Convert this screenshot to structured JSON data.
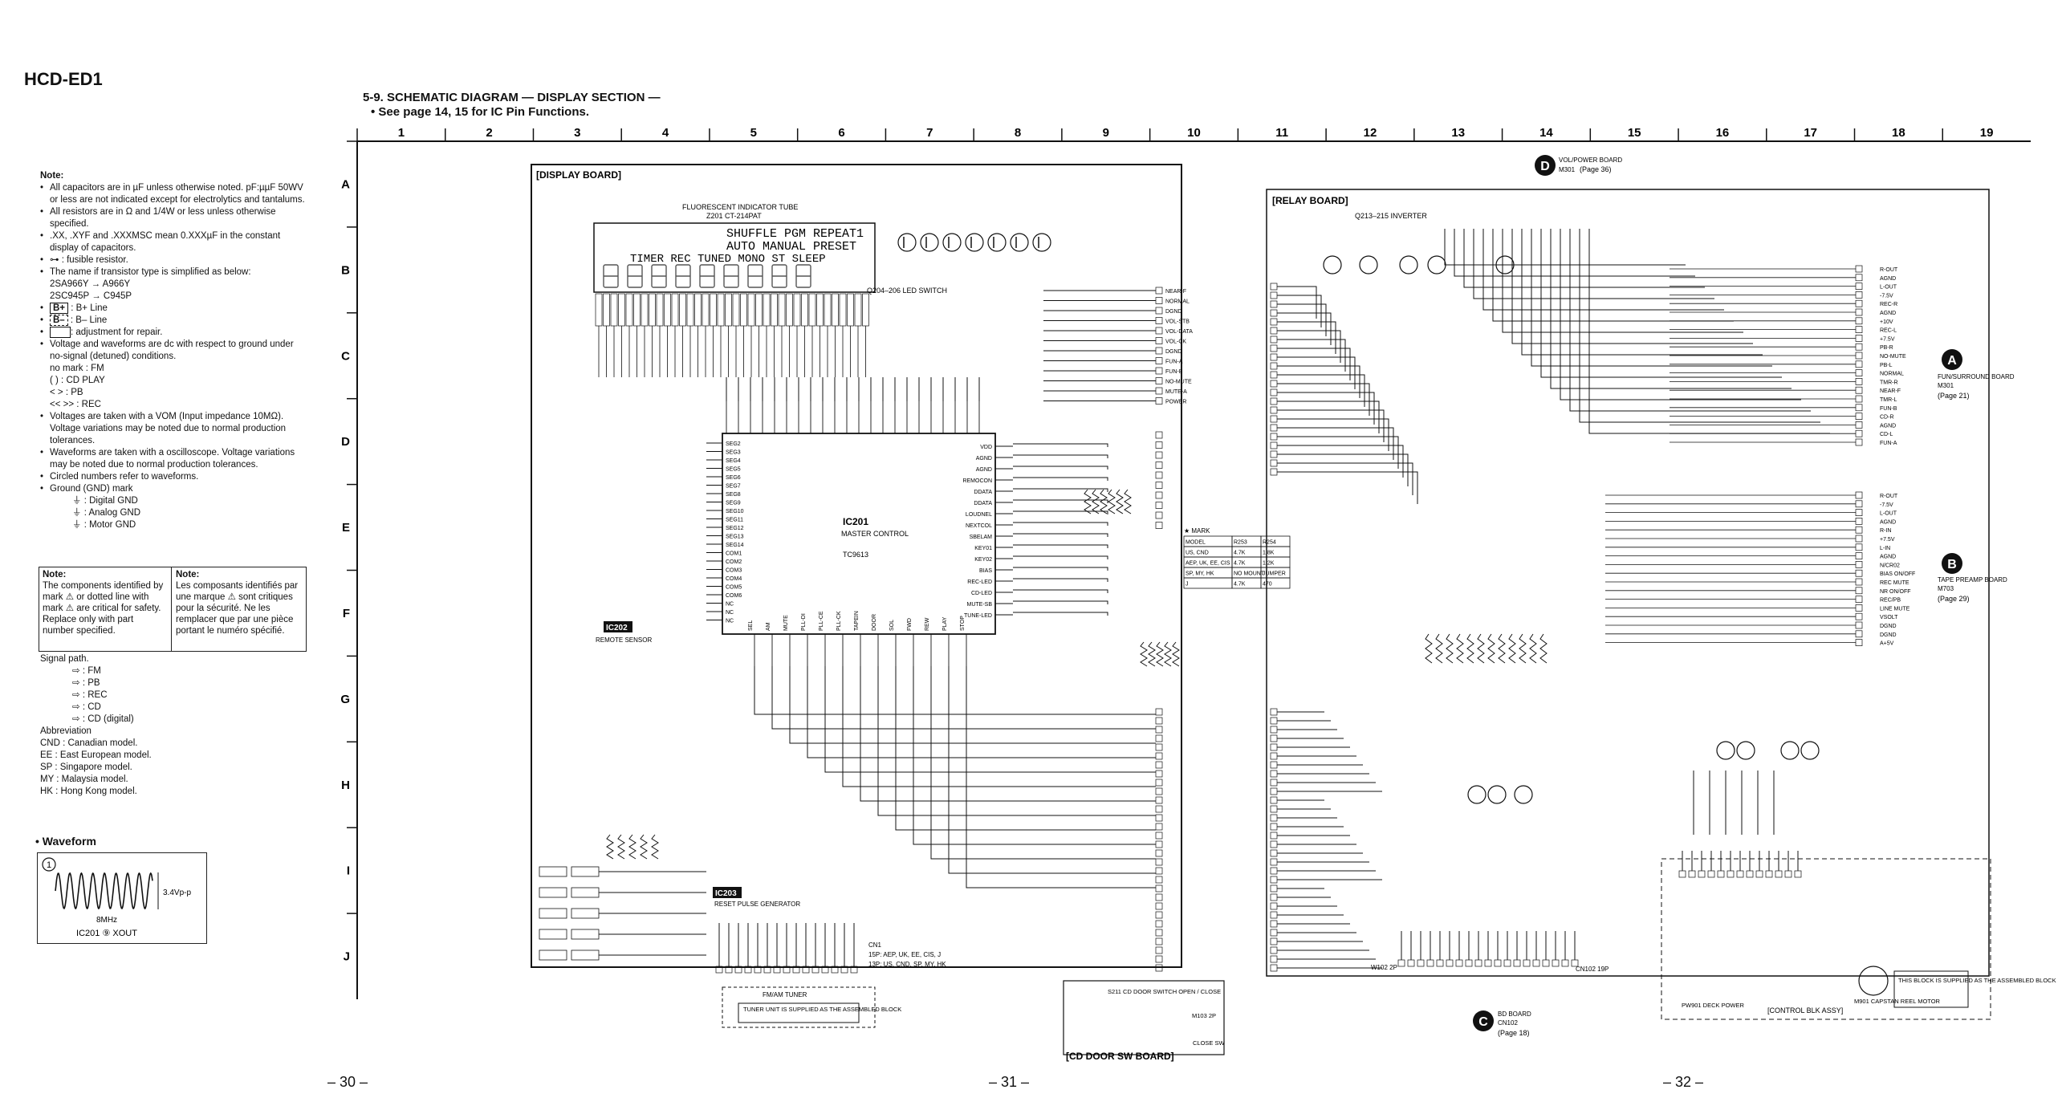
{
  "header": {
    "model": "HCD-ED1",
    "section_title": "5-9. SCHEMATIC DIAGRAM — DISPLAY SECTION —",
    "section_subtitle": "• See page 14, 15 for IC Pin Functions."
  },
  "grid": {
    "columns": [
      "1",
      "2",
      "3",
      "4",
      "5",
      "6",
      "7",
      "8",
      "9",
      "10",
      "11",
      "12",
      "13",
      "14",
      "15",
      "16",
      "17",
      "18",
      "19"
    ],
    "rows": [
      "A",
      "B",
      "C",
      "D",
      "E",
      "F",
      "G",
      "H",
      "I",
      "J"
    ]
  },
  "notes": {
    "heading": "Note:",
    "items": [
      "All capacitors are in µF unless otherwise noted. pF:µµF 50WV or less are not indicated except for electrolytics and tantalums.",
      "All resistors are in Ω and 1/4W or less unless otherwise specified.",
      ".XX, .XYF and .XXXMSC mean 0.XXXµF in the constant display of capacitors.",
      ": fusible resistor.",
      "The name if transistor type is simplified as below:"
    ],
    "transistors": [
      "2SA966Y → A966Y",
      "2SC945P → C945P"
    ],
    "lines": [
      ": B+ Line",
      ": B– Line",
      ": adjustment for repair."
    ],
    "voltage_items": [
      "Voltage and waveforms are dc with respect to ground under no-signal (detuned) conditions.",
      "no mark : FM",
      "( ) : CD PLAY",
      "< > : PB",
      "<< >> : REC",
      "Voltages are taken with a VOM (Input impedance 10MΩ). Voltage variations may be noted due to normal production tolerances.",
      "Waveforms are taken with a oscilloscope. Voltage variations may be noted due to normal production tolerances.",
      "Circled numbers refer to waveforms.",
      "Ground (GND) mark",
      ": Digital GND",
      ": Analog GND",
      ": Motor GND"
    ]
  },
  "note_box": {
    "en_head": "Note:",
    "en_text": "The components identified by mark ⚠ or dotted line with mark ⚠ are critical for safety. Replace only with part number specified.",
    "fr_head": "Note:",
    "fr_text": "Les composants identifiés par une marque ⚠ sont critiques pour la sécurité. Ne les remplacer que par une pièce portant le numéro spécifié."
  },
  "notes2": {
    "signal_head": "Signal path.",
    "signals": [
      ": FM",
      ": PB",
      ": REC",
      ": CD",
      ": CD (digital)"
    ],
    "abbr_head": "Abbreviation",
    "abbr": [
      "CND : Canadian model.",
      "EE : East European model.",
      "SP : Singapore model.",
      "MY : Malaysia model.",
      "HK : Hong Kong model."
    ]
  },
  "waveform": {
    "title": "• Waveform",
    "number": "1",
    "amplitude": "3.4Vp-p",
    "freq": "8MHz",
    "caption": "IC201 ⑨ XOUT"
  },
  "boards": {
    "display": "[DISPLAY BOARD]",
    "relay": "[RELAY BOARD]",
    "cd_door": "[CD DOOR SW BOARD]",
    "control": "[CONTROL BLK ASSY]",
    "fl_title": "FLUORESCENT INDICATOR TUBE",
    "fl_part": "Z201 CT-214PAT",
    "fl_line1": "SHUFFLE PGM REPEAT1",
    "fl_line2": "AUTO MANUAL PRESET",
    "fl_line3": "TIMER REC TUNED MONO ST SLEEP",
    "ic201": "IC201",
    "ic201_desc": "MASTER CONTROL",
    "ic201_part": "TC9613",
    "ic202": "IC202",
    "ic202_desc": "REMOTE SENSOR",
    "ic203": "IC203",
    "ic203_desc": "RESET PULSE GENERATOR",
    "led_switch": "Q204–206 LED SWITCH",
    "inverter": "Q213–215 INVERTER",
    "tuner_title": "FM/AM TUNER",
    "tuner_note": "TUNER UNIT IS SUPPLIED AS THE ASSEMBLED BLOCK",
    "assembled_note": "THIS BLOCK IS SUPPLIED AS THE ASSEMBLED BLOCK",
    "deck_power": "PW901 DECK POWER",
    "capstan": "M901 CAPSTAN REEL MOTOR",
    "cn1": "CN1",
    "cn1_note1": "15P: AEP, UK, EE, CIS, J",
    "cn1_note2": "13P: US, CND, SP, MY, HK",
    "cd_door_switch": "S211 CD DOOR SWITCH OPEN / CLOSE",
    "m103": "M103 2P",
    "close_sw": "CLOSE SW",
    "cn102": "CN102 19P",
    "cn102_connector": "W102 2P"
  },
  "off_board": {
    "D": {
      "letter": "D",
      "label": "VOL/POWER BOARD",
      "conn": "M301",
      "page": "(Page 36)"
    },
    "A": {
      "letter": "A",
      "label": "FUN/SURROUND BOARD",
      "conn": "M301",
      "page": "(Page 21)"
    },
    "B": {
      "letter": "B",
      "label": "TAPE PREAMP BOARD",
      "conn": "M703",
      "page": "(Page 29)"
    },
    "C": {
      "letter": "C",
      "label": "BD BOARD",
      "conn": "CN102",
      "page": "(Page 18)"
    }
  },
  "mark_table": {
    "title": "★ MARK",
    "header": [
      "MODEL",
      "R253",
      "R254"
    ],
    "rows": [
      [
        "US, CND",
        "4.7K",
        "1.8K"
      ],
      [
        "AEP, UK, EE, CIS",
        "4.7K",
        "1.2K"
      ],
      [
        "SP, MY, HK",
        "NO MOUNT",
        "JUMPER"
      ],
      [
        "J",
        "4.7K",
        "470"
      ]
    ]
  },
  "connector_labels_left": [
    "NEAR-F",
    "NORMAL",
    "DGND",
    "VOL-STB",
    "VOL-DATA",
    "VOL-CK",
    "DGND",
    "FUN-A",
    "FUN-B",
    "NO-MUTE",
    "MUTE-A",
    "POWER"
  ],
  "connector_labels_right_a": [
    "R-OUT",
    "AGND",
    "L-OUT",
    "-7.5V",
    "REC-R",
    "AGND",
    "+10V",
    "REC-L",
    "+7.5V",
    "PB-R",
    "NO-MUTE",
    "PB-L",
    "NORMAL",
    "TMR-R",
    "NEAR-F",
    "TMR-L",
    "FUN-B",
    "CD-R",
    "AGND",
    "CD-L",
    "FUN-A"
  ],
  "connector_labels_right_b": [
    "R-OUT",
    "-7.5V",
    "L-OUT",
    "AGND",
    "R-IN",
    "+7.5V",
    "L-IN",
    "AGND",
    "N/CR02",
    "BIAS ON/OFF",
    "REC MUTE",
    "NR ON/OFF",
    "REC/PB",
    "LINE MUTE",
    "VSOLT",
    "DGND",
    "DGND",
    "A+5V"
  ],
  "ic201_pins_left": [
    "SEG2",
    "SEG3",
    "SEG4",
    "SEG5",
    "SEG6",
    "SEG7",
    "SEG8",
    "SEG9",
    "SEG10",
    "SEG11",
    "SEG12",
    "SEG13",
    "SEG14",
    "COM1",
    "COM2",
    "COM3",
    "COM4",
    "COM5",
    "COM6",
    "NC",
    "NC",
    "NC"
  ],
  "ic201_pins_right": [
    "VDD",
    "AGND",
    "AGND",
    "REMOCON",
    "DDATA",
    "DDATA",
    "LOUDNEL",
    "NEXTCOL",
    "SBELAM",
    "KEY01",
    "KEY02",
    "BIAS",
    "REC-LED",
    "CD-LED",
    "MUTE-SB",
    "TUNE-LED"
  ],
  "ic201_pins_bottom": [
    "SEL",
    "AM",
    "MUTE",
    "PLL-DI",
    "PLL-CE",
    "PLL-CK",
    "TAPEIN",
    "DOOR",
    "SOL",
    "FWD",
    "REW",
    "PLAY",
    "STOP"
  ],
  "page_numbers": [
    "– 30 –",
    "– 31 –",
    "– 32 –"
  ]
}
